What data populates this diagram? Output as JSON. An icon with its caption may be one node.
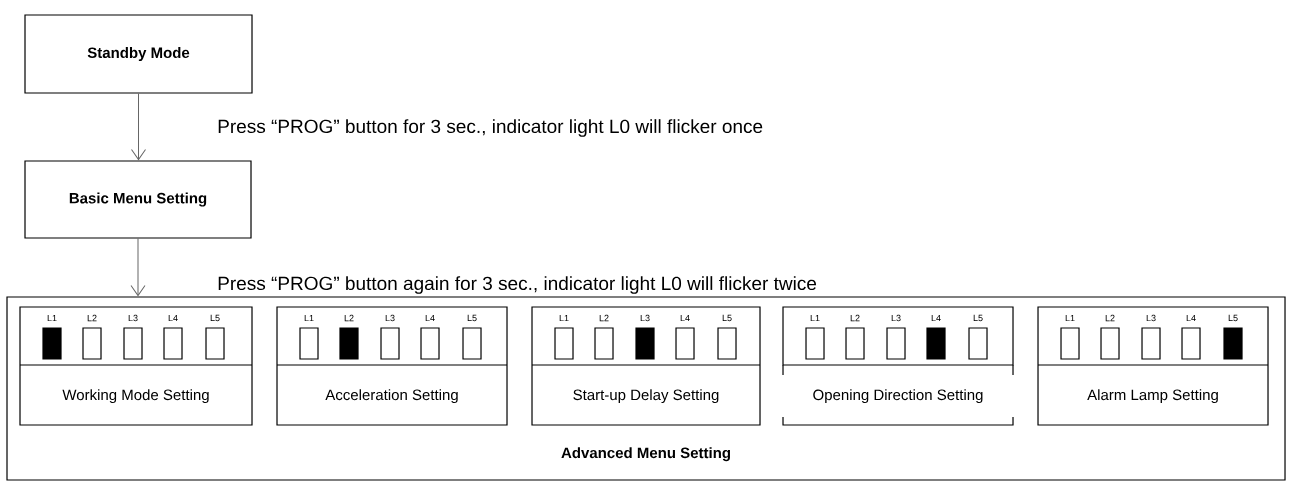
{
  "diagram": {
    "nodes": [
      {
        "text": [
          "Standby Mode"
        ]
      },
      {
        "text": [
          "Basic Menu Setting"
        ]
      },
      {
        "text": [
          "Advanced Menu Setting"
        ]
      },
      {
        "text": [
          "Working Mode Setting"
        ],
        "in": 2
      },
      {
        "text": [
          "Acceleration Setting"
        ],
        "in": 2
      },
      {
        "text": [
          "Start-up Delay Setting"
        ],
        "in": 2
      },
      {
        "text": [
          "Opening Direction Setting"
        ],
        "in": 2
      },
      {
        "text": [
          "Alarm Lamp Setting"
        ],
        "in": 2
      }
    ],
    "edges": [
      {
        "from": 0,
        "to": 1,
        "arrow": "to",
        "label": "Press “PROG” button for 3 sec., indicator light L0 will flicker once"
      },
      {
        "from": 1,
        "to": 2,
        "arrow": "to",
        "label": "Press “PROG” button again for 3 sec., indicator light L0 will flicker twice"
      }
    ],
    "labels": [
      "L1",
      "L2",
      "L3",
      "L4",
      "L5",
      "L1",
      "L2",
      "L3",
      "L4",
      "L5",
      "L1",
      "L2",
      "L3",
      "L4",
      "L5",
      "L1",
      "L2",
      "L3",
      "L4",
      "L5",
      "L1",
      "L2",
      "L3",
      "L4",
      "L5"
    ]
  }
}
